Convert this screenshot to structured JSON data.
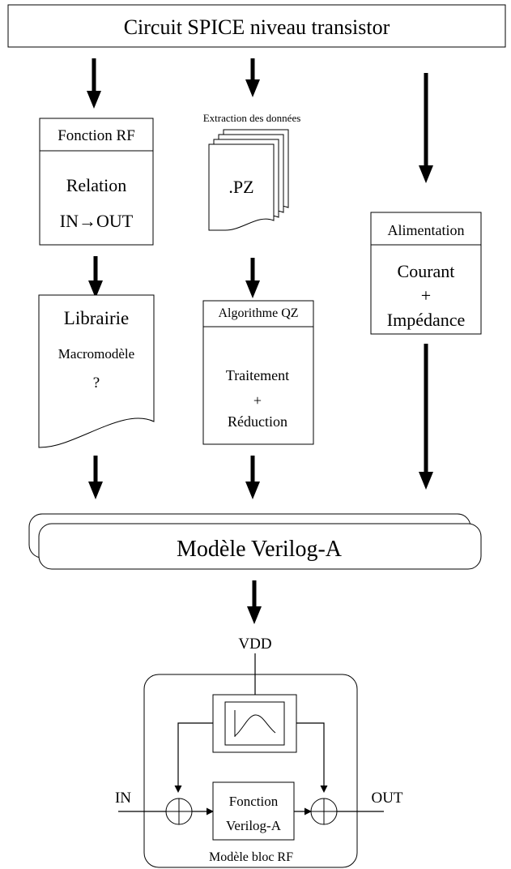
{
  "title": "Circuit SPICE niveau transistor",
  "branches": {
    "rf": {
      "header": "Fonction RF",
      "line1": "Relation",
      "line2": "IN→OUT"
    },
    "extraction": {
      "caption": "Extraction des données",
      "file_label": ".PZ"
    },
    "alimentation": {
      "header": "Alimentation",
      "line1": "Courant",
      "line2": "+",
      "line3": "Impédance"
    }
  },
  "librairie": {
    "line1": "Librairie",
    "line2": "Macromodèle",
    "line3": "?"
  },
  "qz": {
    "header": "Algorithme QZ",
    "line1": "Traitement",
    "line2": "+",
    "line3": "Réduction"
  },
  "verilog_model": "Modèle Verilog-A",
  "block": {
    "vdd": "VDD",
    "in": "IN",
    "out": "OUT",
    "func_line1": "Fonction",
    "func_line2": "Verilog-A",
    "caption": "Modèle bloc RF"
  }
}
